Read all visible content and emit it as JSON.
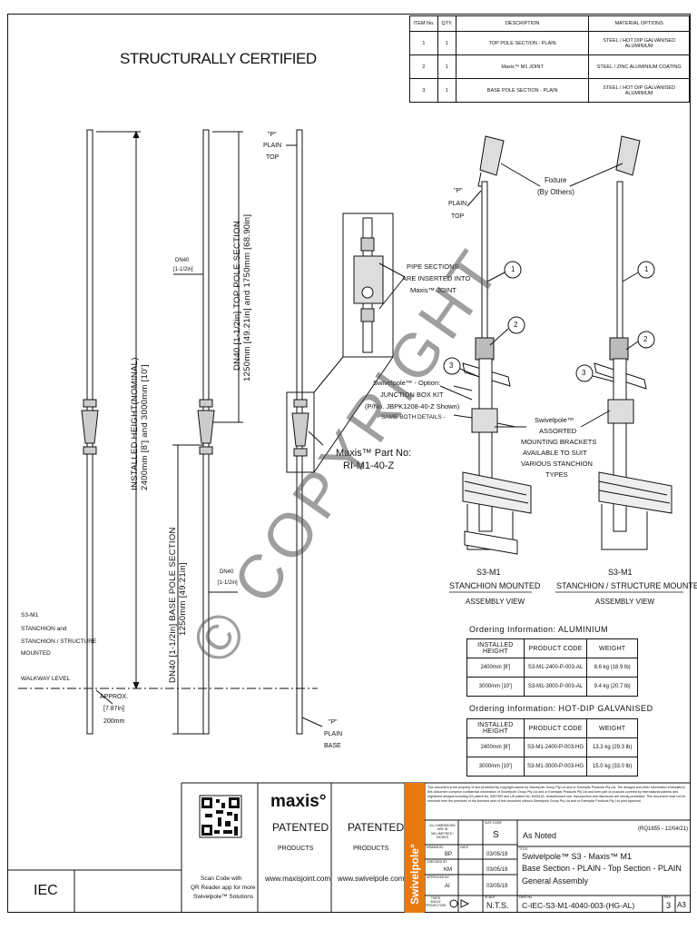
{
  "header": {
    "title": "STRUCTURALLY CERTIFIED"
  },
  "parts_table": {
    "columns": [
      "ITEM No.",
      "QTY.",
      "DESCRIPTION",
      "MATERIAL OPTIONS"
    ],
    "rows": [
      {
        "item": "1",
        "qty": "1",
        "description": "TOP POLE SECTION - PLAIN",
        "material": "STEEL / HOT DIP GALVANISED ALUMINIUM"
      },
      {
        "item": "2",
        "qty": "1",
        "description": "Maxis™ M1 JOINT",
        "material": "STEEL / ZINC ALUMINIUM COATING"
      },
      {
        "item": "3",
        "qty": "1",
        "description": "BASE POLE SECTION - PLAIN",
        "material": "STEEL / HOT DIP GALVANISED ALUMINIUM"
      }
    ]
  },
  "labels": {
    "installed_height": "INSTALLED HEIGHT(NOMINAL)",
    "installed_height_values": "2400mm [8'] and 3000mm [10']",
    "top_pole_section": "DN40 [1-1/2in] TOP POLE SECTION",
    "top_pole_values": "1250mm [49.21in] and 1750mm [68.90in]",
    "base_pole_section": "DN40 [1-1/2in] BASE POLE SECTION",
    "base_pole_values": "1250mm [49.21in]",
    "dn40_top": "DN40",
    "dn40_top_size": "[1-1/2in]",
    "dn40_bottom": "DN40",
    "dn40_bottom_size": "[1-1/2in]",
    "p_plain_top_1": "\"P\"",
    "p_plain_top_2": "PLAIN",
    "p_plain_top_3": "TOP",
    "p_plain_top_b1": "\"P\"",
    "p_plain_top_b2": "PLAIN",
    "p_plain_top_b3": "TOP",
    "p_plain_base_1": "\"P\"",
    "p_plain_base_2": "PLAIN",
    "p_plain_base_3": "BASE",
    "pipe_sections_1": "PIPE SECTIONS",
    "pipe_sections_2": "ARE INSERTED INTO",
    "pipe_sections_3": "Maxis™ JOINT",
    "option_1": "Swivelpole™ - Option:",
    "option_2": "JUNCTION BOX KIT",
    "option_3": "(P/No. JBPK1208-40-Z Shown)",
    "option_4": "- SAME BOTH DETAILS -",
    "part_no_1": "Maxis™ Part No:",
    "part_no_2": "RI-M1-40-Z",
    "fixture_1": "Fixture",
    "fixture_2": "(By Others)",
    "brackets_1": "Swivelpole™",
    "brackets_2": "ASSORTED",
    "brackets_3": "MOUNTING BRACKETS",
    "brackets_4": "AVAILABLE TO SUIT",
    "brackets_5": "VARIOUS STANCHION",
    "brackets_6": "TYPES",
    "s3m1_left_1": "S3-M1",
    "s3m1_left_2": "STANCHION and",
    "s3m1_left_3": "STANCHION / STRUCTURE",
    "s3m1_left_4": "MOUNTED",
    "walkway": "WALKWAY LEVEL",
    "approx_1": "APPROX.",
    "approx_2": "[7.87in]",
    "approx_3": "200mm",
    "view1_1": "S3-M1",
    "view1_2": "STANCHION MOUNTED",
    "view1_3": "ASSEMBLY VIEW",
    "view2_1": "S3-M1",
    "view2_2": "STANCHION / STRUCTURE MOUNTED",
    "view2_3": "ASSEMBLY VIEW",
    "balloon_1": "1",
    "balloon_2": "2",
    "balloon_3": "3",
    "copyright": "© COPYRIGHT"
  },
  "ordering_aluminium": {
    "title": "Ordering Information: ALUMINIUM",
    "columns": [
      "INSTALLED HEIGHT",
      "PRODUCT CODE",
      "WEIGHT"
    ],
    "rows": [
      [
        "2400mm [8']",
        "S3-M1-2400-P-003-AL",
        "8.6 kg (18.9 lb)"
      ],
      [
        "3000mm [10']",
        "S3-M1-3000-P-003-AL",
        "9.4 kg (20.7 lb)"
      ]
    ]
  },
  "ordering_galv": {
    "title": "Ordering Information: HOT-DIP GALVANISED",
    "columns": [
      "INSTALLED HEIGHT",
      "PRODUCT CODE",
      "WEIGHT"
    ],
    "rows": [
      [
        "2400mm [8']",
        "S3-M1-2400-P-003-HG",
        "13.3 kg (29.3 lb)"
      ],
      [
        "3000mm [10']",
        "S3-M1-3000-P-003-HG",
        "15.0 kg (33.0 lb)"
      ]
    ]
  },
  "title_block": {
    "standard": "IEC",
    "qr_caption_1": "Scan Code with",
    "qr_caption_2": "QR Reader app for more",
    "qr_caption_3": "Swivelpole™ Solutions",
    "maxis_logo": "maxis°",
    "patented_1": "PATENTED",
    "products_1": "PRODUCTS",
    "url_1": "www.maxisjoint.com",
    "patented_2": "PATENTED",
    "products_2": "PRODUCTS",
    "url_2": "www.swivelpole.com",
    "brand_vertical": "Swivelpole°",
    "notice": "This document is the property of and protected by copyright owned by Swivelpole Group Pty Ltd and or Exemplar Products Pty Ltd. The designs and other information embodied in this document comprise confidential information of Swivelpole Group Pty Ltd and or Exemplar Products Pty Ltd and form part of products covered by international patents and registered designs including US patent No. 6957953 and US patent No. 6945143. Unauthorised use, reproduction and disclosure are strictly prohibited. This document must not be removed from the premises of the licensed user of this document without Swivelpole Group Pty Ltd and or Exemplar Products Pty Ltd prior approval.",
    "all_dims": "ALL DIMENSIONS ARE IN MILLIMETRES / INCHES",
    "drawn_by_label": "DRAWN BY",
    "drawn_by": "BP",
    "checked_by_label": "CHECKED BY",
    "checked_by": "KM",
    "approved_by_label": "APPROVED BY",
    "approved_by": "AI",
    "date_label": "DATE",
    "date_1": "03/05/19",
    "date_2": "03/05/19",
    "date_3": "03/05/19",
    "sheet_size_code_label": "SIZE CODE",
    "sheet_size_code": "S",
    "finish": "As Noted",
    "reference": "(RQ1655 - 12/04/21)",
    "title_label": "TITLE",
    "title_1": "Swivelpole™ S3 - Maxis™ M1",
    "title_2": "Base Section - PLAIN - Top Section - PLAIN",
    "title_3": "General Assembly",
    "projection_label": "THIRD ANGLE PROJECTION",
    "scale_label": "SCALE",
    "scale": "N.T.S.",
    "dwg_label": "DWG No.",
    "dwg_no": "C-IEC-S3-M1-4040-003-(HG-AL)",
    "rev_label": "REV",
    "rev": "3",
    "size": "A3"
  }
}
